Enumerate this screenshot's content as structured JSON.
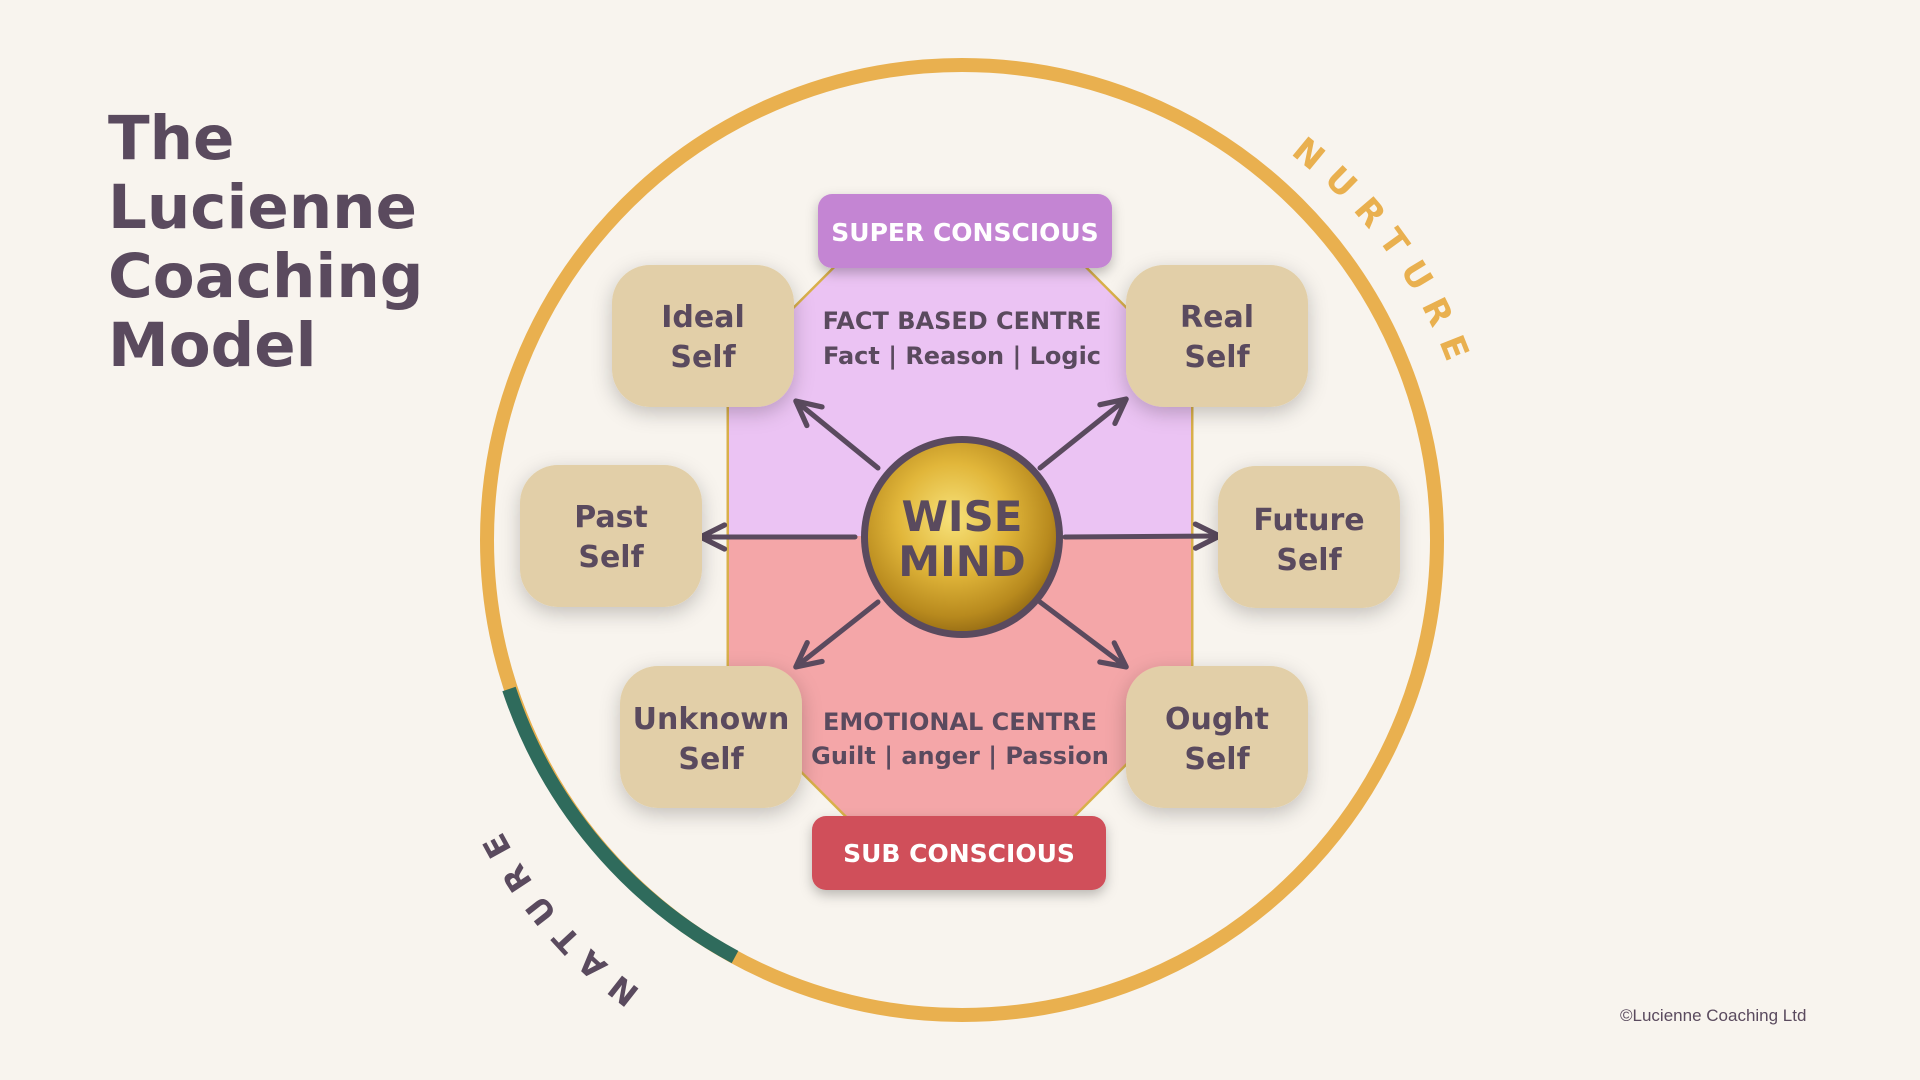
{
  "title": {
    "line1": "The",
    "line2": "Lucienne",
    "line3": "Coaching",
    "line4": "Model"
  },
  "outer_ring": {
    "nurture_label": "NURTURE",
    "nature_label": "NATURE"
  },
  "labels": {
    "super_conscious": "SUPER CONSCIOUS",
    "sub_conscious": "SUB CONSCIOUS",
    "fact_centre_title": "FACT BASED CENTRE",
    "fact_centre_items": "Fact | Reason | Logic",
    "emotional_centre_title": "EMOTIONAL CENTRE",
    "emotional_centre_items": "Guilt | anger | Passion"
  },
  "center": {
    "line1": "WISE",
    "line2": "MIND"
  },
  "selves": {
    "ideal": {
      "line1": "Ideal",
      "line2": "Self"
    },
    "real": {
      "line1": "Real",
      "line2": "Self"
    },
    "past": {
      "line1": "Past",
      "line2": "Self"
    },
    "future": {
      "line1": "Future",
      "line2": "Self"
    },
    "unknown": {
      "line1": "Unknown",
      "line2": "Self"
    },
    "ought": {
      "line1": "Ought",
      "line2": "Self"
    }
  },
  "copyright": "©Lucienne Coaching Ltd",
  "colors": {
    "background": "#f8f4ee",
    "ring_gold": "#e9b04f",
    "ring_green": "#2f6b5c",
    "super_fill": "#ebc3f3",
    "sub_fill": "#f4a6a8",
    "super_badge": "#c485d3",
    "sub_badge": "#d0505a",
    "self_box": "#e2cfa8",
    "text_dark": "#5a4a5e"
  }
}
